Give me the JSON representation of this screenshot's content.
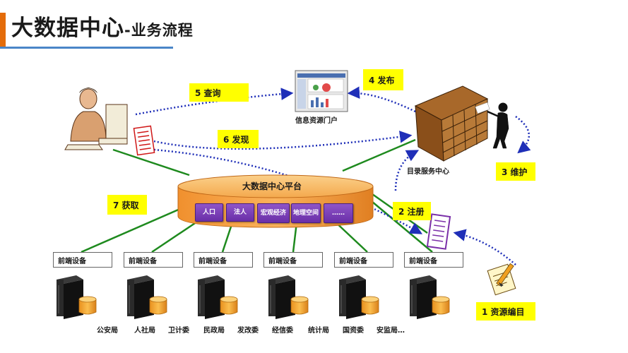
{
  "header": {
    "title_main": "大数据中心",
    "title_sub": "-业务流程"
  },
  "platform": {
    "title": "大数据中心平台",
    "modules": [
      "人口",
      "法人",
      "宏观经济",
      "地理空间",
      "……"
    ]
  },
  "portal_label": "信息资源门户",
  "catalog_label": "目录服务中心",
  "steps": {
    "s1": "1 资源编目",
    "s2": "2 注册",
    "s3": "3 维护",
    "s4": "4 发布",
    "s5": "5 查询",
    "s6": "6 发现",
    "s7": "7 获取"
  },
  "devices": [
    "前端设备",
    "前端设备",
    "前端设备",
    "前端设备",
    "前端设备",
    "前端设备"
  ],
  "bureaus": [
    "公安局",
    "人社局",
    "卫计委",
    "民政局",
    "发改委",
    "经信委",
    "统计局",
    "国资委",
    "安监局…"
  ],
  "colors": {
    "accent": "#e46c0a",
    "rule": "#4a86c8",
    "step": "#ffff00",
    "green_line": "#1e8a1e",
    "dot_line": "#1f2fb8",
    "module": "#7a3fb8",
    "platform": "#f2a24a"
  },
  "icons": [
    "user-at-computer-icon",
    "checklist-icon",
    "portal-screen-icon",
    "file-cabinet-icon",
    "person-stick-icon",
    "clipboard-pencil-icon",
    "server-tower-icon",
    "database-cylinder-icon"
  ]
}
